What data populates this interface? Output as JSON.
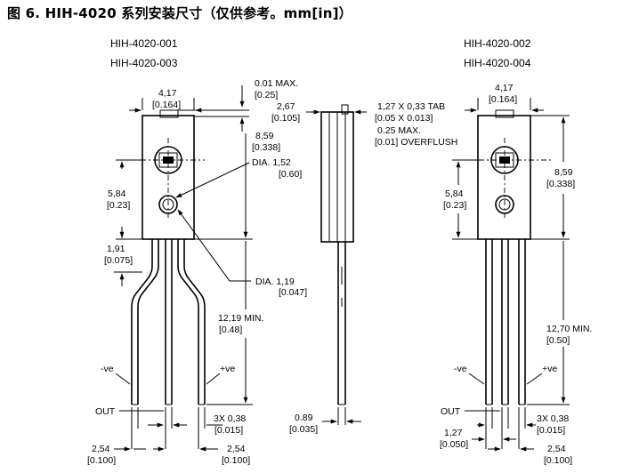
{
  "title": "图 6. HIH-4020 系列安装尺寸（仅供参考。mm[in]）",
  "part_numbers": {
    "left_1": "HIH-4020-001",
    "left_2": "HIH-4020-003",
    "right_1": "HIH-4020-002",
    "right_2": "HIH-4020-004"
  },
  "front_left": {
    "body_width": "4,17",
    "body_width_in": "[0.164]",
    "max_offset": "0.01 MAX.",
    "max_offset_in": "[0.25]",
    "body_height": "8,59",
    "body_height_in": "[0.338]",
    "dia_large": "DIA. 1,52",
    "dia_large_in": "[0.60]",
    "hole_to_bottom": "5,84",
    "hole_to_bottom_in": "[0.23]",
    "bend_length": "1,91",
    "bend_length_in": "[0.075]",
    "dia_small": "DIA. 1,19",
    "dia_small_in": "[0.047]",
    "lead_length": "12,19 MIN.",
    "lead_length_in": "[0.48]",
    "neg_label": "-ve",
    "pos_label": "+ve",
    "out_label": "OUT",
    "lead_width": "3X  0,38",
    "lead_width_in": "[0.015]",
    "pitch_a": "2,54",
    "pitch_a_in": "[0.100]",
    "pitch_b": "2,54",
    "pitch_b_in": "[0.100]"
  },
  "side": {
    "thickness": "2,67",
    "thickness_in": "[0.105]",
    "tab": "1,27 X 0,33 TAB",
    "tab_in": "[0.05 X 0.013]",
    "overflush": "0.25 MAX.",
    "overflush_in": "[0.01] OVERFLUSH",
    "lead_thickness": "0.89",
    "lead_thickness_in": "[0.035]"
  },
  "front_right": {
    "body_width": "4,17",
    "body_width_in": "[0.164]",
    "body_height": "8,59",
    "body_height_in": "[0.338]",
    "hole_to_bottom": "5,84",
    "hole_to_bottom_in": "[0.23]",
    "lead_length": "12,70 MIN.",
    "lead_length_in": "[0.50]",
    "neg_label": "-ve",
    "pos_label": "+ve",
    "out_label": "OUT",
    "lead_width": "3X  0,38",
    "lead_width_in": "[0.015]",
    "pitch_a": "1,27",
    "pitch_a_in": "[0.050]",
    "pitch_b": "2,54",
    "pitch_b_in": "[0.100]"
  }
}
